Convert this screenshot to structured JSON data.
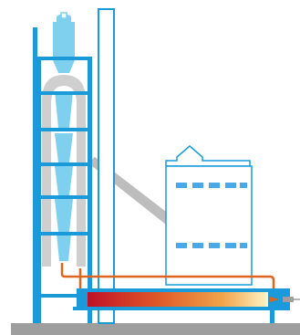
{
  "colors": {
    "structure_blue": "#1a9ad9",
    "cyclone_light_blue": "#7fd0ee",
    "tank_fill": "#f3f3f3",
    "tank_outline": "#1a9ad9",
    "duct_grey": "#cfcfcf",
    "conveyor_grey": "#bdbdbd",
    "ground_grey": "#9e9e9e",
    "pipe_orange": "#e0641e",
    "window_blue": "#4aa8e8",
    "kiln_gradient": [
      "#c01028",
      "#e05a28",
      "#f2a54a",
      "#fff6c8"
    ]
  },
  "components": {
    "preheater_tower": "preheater-tower",
    "stack": "exhaust-stack",
    "storage_silo": "storage-silo",
    "rotary_kiln": "rotary-kiln",
    "conveyor": "raw-meal-conveyor",
    "burner": "kiln-burner"
  }
}
